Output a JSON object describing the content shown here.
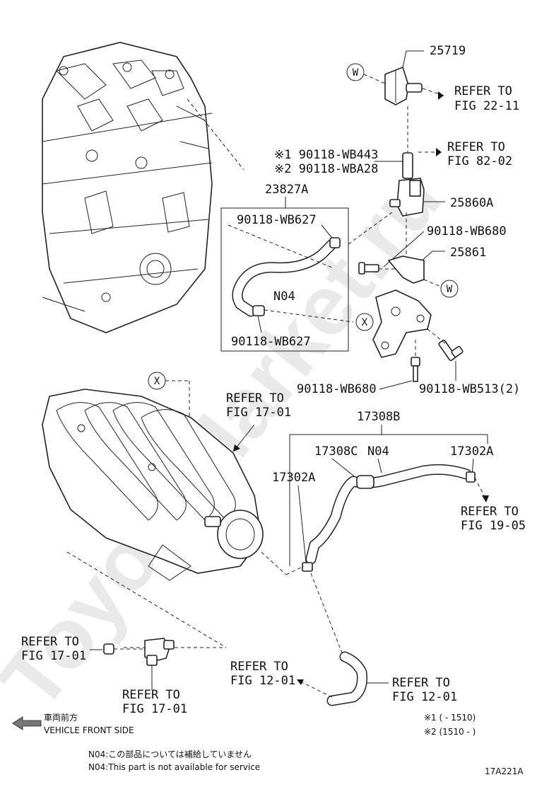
{
  "watermark": "ToyotaMarket.ru",
  "part_numbers": {
    "p25719": "25719",
    "p23827A": "23827A",
    "p25860A": "25860A",
    "p25861": "25861",
    "p17308B": "17308B",
    "p17308C": "17308C",
    "p17302A_right": "17302A",
    "p17302A_left": "17302A",
    "n04_box": "N04",
    "n04_hose": "N04"
  },
  "fasteners": {
    "wb443": "※1 90118-WB443",
    "wba28": "※2 90118-WBA28",
    "wb627_top": "90118-WB627",
    "wb627_bottom": "90118-WB627",
    "wb680_right": "90118-WB680",
    "wb680_bottom": "90118-WB680",
    "wb513": "90118-WB513(2)"
  },
  "refers": {
    "fig22_11": [
      "REFER TO",
      "FIG 22-11"
    ],
    "fig82_02": [
      "REFER TO",
      "FIG 82-02"
    ],
    "fig17_01_mid": [
      "REFER TO",
      "FIG 17-01"
    ],
    "fig19_05": [
      "REFER TO",
      "FIG 19-05"
    ],
    "fig17_01_left": [
      "REFER TO",
      "FIG 17-01"
    ],
    "fig17_01_bottom": [
      "REFER TO",
      "FIG 17-01"
    ],
    "fig12_01_center": [
      "REFER TO",
      "FIG 12-01"
    ],
    "fig12_01_right": [
      "REFER TO",
      "FIG 12-01"
    ]
  },
  "markers": {
    "w_top": "W",
    "w_mid": "W",
    "x_mid": "X",
    "x_top": "X"
  },
  "front_side": {
    "jp": "車両前方",
    "en": "VEHICLE FRONT SIDE"
  },
  "notes": {
    "n1": "※1 (      - 1510)",
    "n2": "※2 (1510 -      )",
    "n04_jp": "N04:この部品については補給していません",
    "n04_en": "N04:This part is not available for service"
  },
  "diagram_code": "17A221A"
}
